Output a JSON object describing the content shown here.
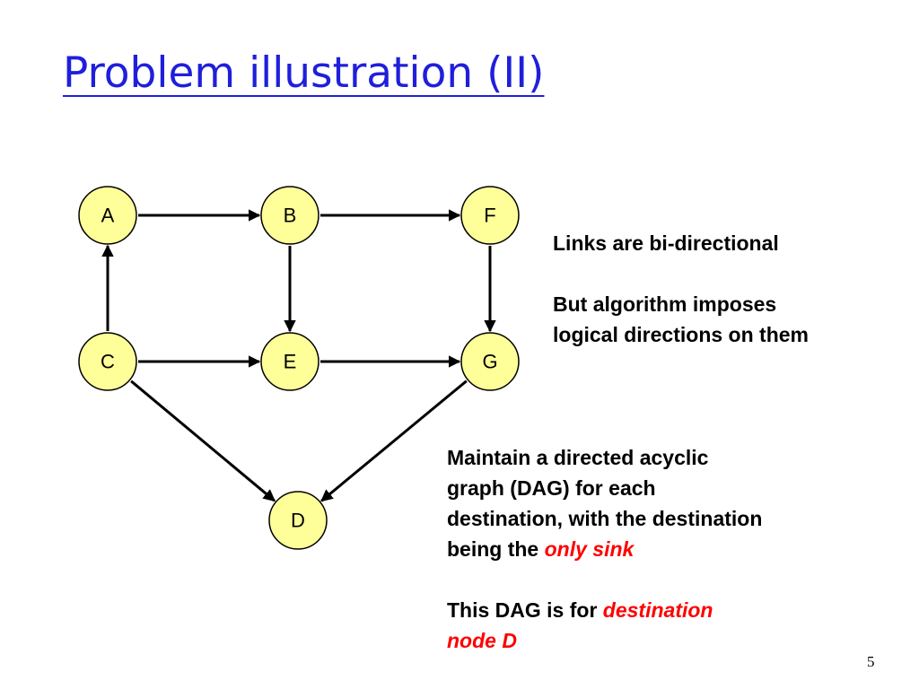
{
  "title": "Problem illustration (II)",
  "diagram": {
    "node_fill": "#ffff99",
    "node_stroke": "#000000",
    "edge_color": "#000000",
    "nodes": [
      {
        "id": "A",
        "label": "A"
      },
      {
        "id": "B",
        "label": "B"
      },
      {
        "id": "F",
        "label": "F"
      },
      {
        "id": "C",
        "label": "C"
      },
      {
        "id": "E",
        "label": "E"
      },
      {
        "id": "G",
        "label": "G"
      },
      {
        "id": "D",
        "label": "D"
      }
    ],
    "edges": [
      {
        "from": "A",
        "to": "B"
      },
      {
        "from": "B",
        "to": "F"
      },
      {
        "from": "C",
        "to": "A"
      },
      {
        "from": "B",
        "to": "E"
      },
      {
        "from": "F",
        "to": "G"
      },
      {
        "from": "C",
        "to": "E"
      },
      {
        "from": "E",
        "to": "G"
      },
      {
        "from": "C",
        "to": "D"
      },
      {
        "from": "G",
        "to": "D"
      }
    ]
  },
  "notes": {
    "links_line": "Links are bi-directional",
    "algorithm_line1": "But algorithm imposes",
    "algorithm_line2": "logical directions on them"
  },
  "dag_text": {
    "line1": "Maintain a directed acyclic",
    "line2": "graph (DAG)  for each",
    "line3": "destination, with the destination",
    "line4_prefix": "being the ",
    "line4_highlight": "only sink",
    "line5_prefix": "This DAG is for ",
    "line5_highlight": "destination",
    "line6_highlight": "node D"
  },
  "colors": {
    "title": "#1f1fdb",
    "highlight": "#ff0000",
    "background": "#ffffff"
  },
  "page_number": "5"
}
